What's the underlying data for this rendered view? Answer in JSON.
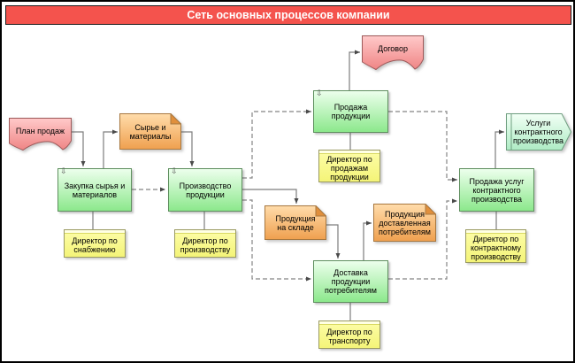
{
  "title": "Сеть основных процессов компании",
  "icons": {
    "decomposition_glyph": "⇩"
  },
  "colors": {
    "title_bar": "#f4534d",
    "process_fill_top": "#ecffec",
    "process_fill_bottom": "#8ce88c",
    "subject_fill": "#f4f478",
    "object_fill_top": "#ffdcab",
    "object_fill_bottom": "#efa04f",
    "document_fill_top": "#ffc9c9",
    "document_fill_bottom": "#ef8585",
    "service_fill_top": "#f2fff5",
    "service_fill_bottom": "#aeebc4",
    "connector": "#7d7d7d"
  },
  "nodes": {
    "plan_prodazh": {
      "label": "План продаж",
      "type": "document"
    },
    "syrye_materialy": {
      "label": "Сырье и материалы",
      "type": "object"
    },
    "zakupka": {
      "label": "Закупка сырья и материалов",
      "type": "process",
      "decomposed": true
    },
    "direktor_po_snabzheniyu": {
      "label": "Директор по снабжению",
      "type": "subject"
    },
    "proizvodstvo": {
      "label": "Производство продукции",
      "type": "process",
      "decomposed": true
    },
    "direktor_po_proizvodstvu": {
      "label": "Директор по производству",
      "type": "subject"
    },
    "dogovor": {
      "label": "Договор",
      "type": "document"
    },
    "prodazha_produkcii": {
      "label": "Продажа продукции",
      "type": "process",
      "decomposed": true
    },
    "direktor_po_prodazham": {
      "label": "Директор по продажам продукции",
      "type": "subject"
    },
    "produkciya_na_sklade": {
      "label": "Продукция на складе",
      "type": "object"
    },
    "produkciya_dostavlennaya": {
      "label": "Продукция доставленная потребителям",
      "type": "object"
    },
    "dostavka": {
      "label": "Доставка продукции потребителям",
      "type": "process"
    },
    "direktor_po_transportu": {
      "label": "Директор по транспорту",
      "type": "subject"
    },
    "prodazha_uslug": {
      "label": "Продажа услуг контрактного производства",
      "type": "process"
    },
    "direktor_po_kontraktnomu": {
      "label": "Директор по контрактному производству",
      "type": "subject"
    },
    "uslugi_kontraktnogo": {
      "label": "Услуги контрактного производства",
      "type": "service"
    }
  }
}
